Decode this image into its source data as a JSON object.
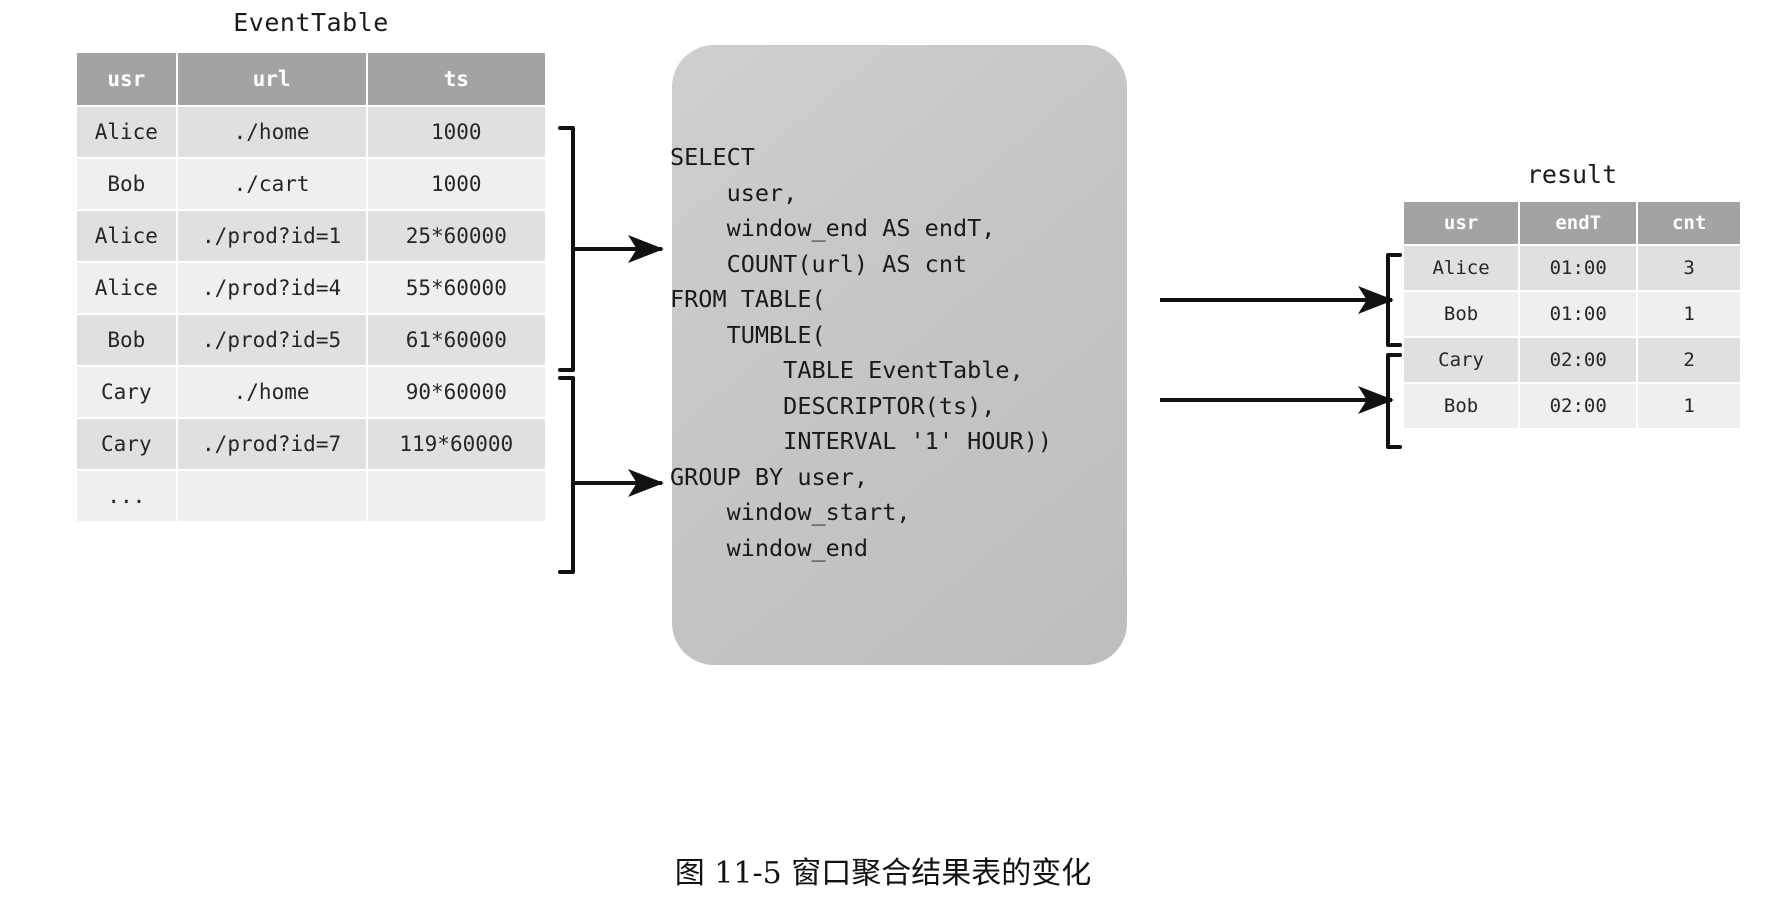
{
  "event_table": {
    "title": "EventTable",
    "columns": [
      "usr",
      "url",
      "ts"
    ],
    "rows": [
      [
        "Alice",
        "./home",
        "1000"
      ],
      [
        "Bob",
        "./cart",
        "1000"
      ],
      [
        "Alice",
        "./prod?id=1",
        "25*60000"
      ],
      [
        "Alice",
        "./prod?id=4",
        "55*60000"
      ],
      [
        "Bob",
        "./prod?id=5",
        "61*60000"
      ],
      [
        "Cary",
        "./home",
        "90*60000"
      ],
      [
        "Cary",
        "./prod?id=7",
        "119*60000"
      ],
      [
        "...",
        "",
        ""
      ]
    ]
  },
  "sql": {
    "code": "SELECT\n    user,\n    window_end AS endT,\n    COUNT(url) AS cnt\nFROM TABLE(\n    TUMBLE(\n        TABLE EventTable,\n        DESCRIPTOR(ts),\n        INTERVAL '1' HOUR))\nGROUP BY user,\n    window_start,\n    window_end"
  },
  "result_table": {
    "title": "result",
    "columns": [
      "usr",
      "endT",
      "cnt"
    ],
    "rows": [
      [
        "Alice",
        "01:00",
        "3"
      ],
      [
        "Bob",
        "01:00",
        "1"
      ],
      [
        "Cary",
        "02:00",
        "2"
      ],
      [
        "Bob",
        "02:00",
        "1"
      ]
    ]
  },
  "connectors": {
    "input_group_1_label": "window-1-input-arrow",
    "input_group_2_label": "window-2-input-arrow",
    "output_group_1_label": "window-1-output-arrow",
    "output_group_2_label": "window-2-output-arrow"
  },
  "caption": {
    "text": "图 11-5  窗口聚合结果表的变化"
  },
  "colors": {
    "header_bg": "#a3a3a3",
    "row_odd": "#e0e0e0",
    "row_even": "#efefef",
    "card_bg": "#c6c6c6",
    "text": "#1a1a1a"
  }
}
